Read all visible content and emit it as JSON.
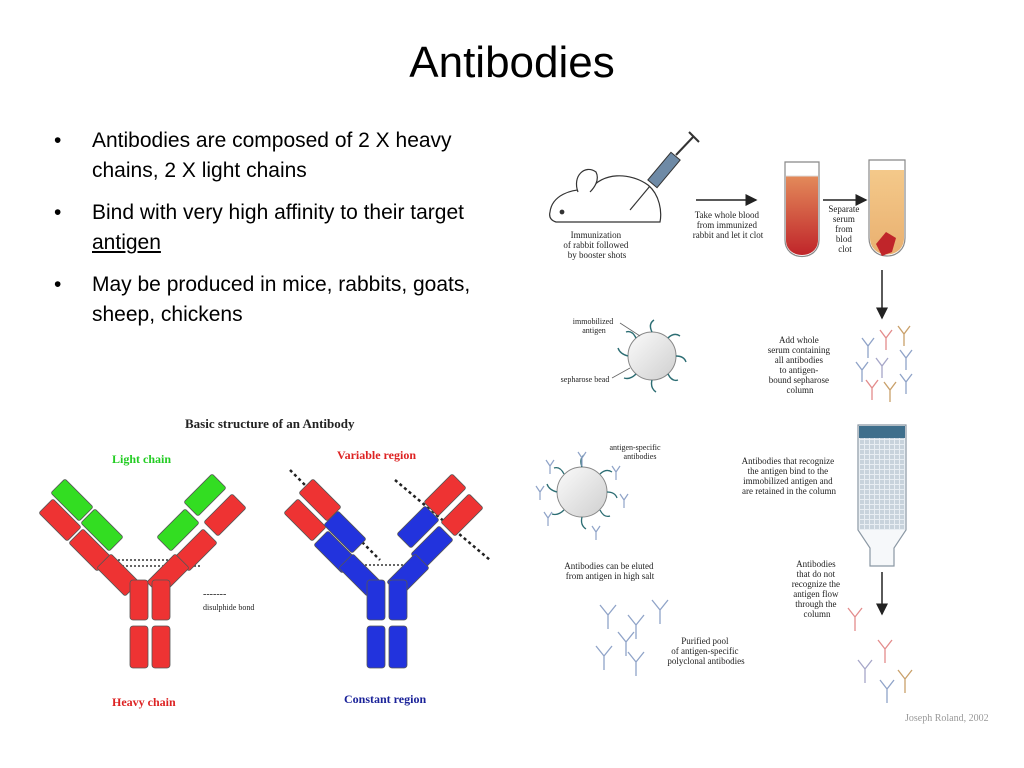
{
  "slide": {
    "title": "Antibodies",
    "bullets": [
      {
        "text": "Antibodies are composed of 2 X heavy chains, 2 X light chains"
      },
      {
        "text_before": "Bind with very high affinity to their target ",
        "link": "antigen"
      },
      {
        "text": "May be produced in mice, rabbits, goats, sheep, chickens"
      }
    ]
  },
  "antibody_diagram": {
    "title": "Basic structure of an Antibody",
    "light_chain": "Light chain",
    "heavy_chain": "Heavy chain",
    "variable_region": "Variable region",
    "constant_region": "Constant region",
    "disulphide_legend": "-------",
    "disulphide_label": "disulphide bond",
    "colors": {
      "light": "#33dd22",
      "heavy": "#ee3333",
      "constant": "#2233dd",
      "label_green": "#22cc22",
      "label_red": "#dd2222",
      "label_blue": "#1a2299"
    }
  },
  "process_diagram": {
    "immunization": [
      "Immunization",
      "of rabbit followed",
      "by booster shots"
    ],
    "take_blood": [
      "Take whole blood",
      "from immunized",
      "rabbit and let it clot"
    ],
    "separate": [
      "Separate",
      "serum",
      "from",
      "blod",
      "clot"
    ],
    "immobilized_antigen": [
      "immobilized",
      "antigen"
    ],
    "sepharose_bead": "sepharose bead",
    "add_serum": [
      "Add whole",
      "serum containing",
      "all antibodies",
      "to antigen-",
      "bound sepharose",
      "column"
    ],
    "antigen_specific": [
      "antigen-specific",
      "antibodies"
    ],
    "recognize": [
      "Antibodies that recognize",
      "the antigen bind to the",
      "immobilized antigen and",
      "are retained in the column"
    ],
    "eluted": [
      "Antibodies can be eluted",
      "from antigen in high salt"
    ],
    "not_recognize": [
      "Antibodies",
      "that do not",
      "recognize the",
      "antigen flow",
      "through the",
      "column"
    ],
    "purified": [
      "Purified pool",
      "of antigen-specific",
      "polyclonal antibodies"
    ],
    "credit": "Joseph Roland, 2002"
  }
}
